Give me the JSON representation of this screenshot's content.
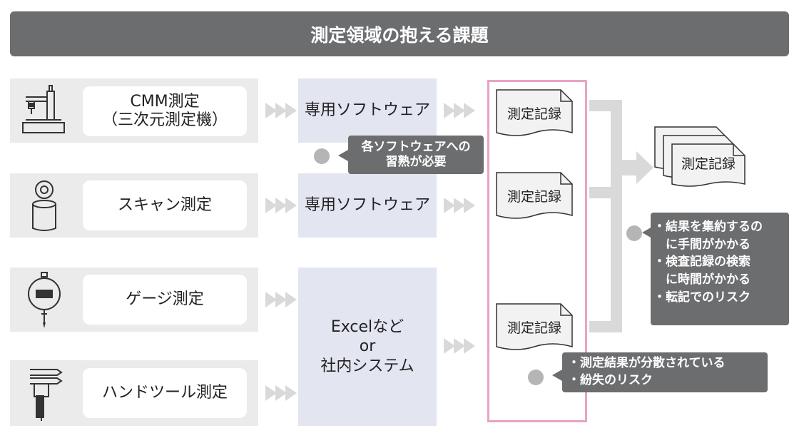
{
  "title": "測定領域の抱える課題",
  "methods": [
    {
      "line1": "CMM測定",
      "line2": "（三次元測定機）",
      "icon": "cmm-icon"
    },
    {
      "line1": "スキャン測定",
      "line2": "",
      "icon": "scanner-icon"
    },
    {
      "line1": "ゲージ測定",
      "line2": "",
      "icon": "dial-gauge-icon"
    },
    {
      "line1": "ハンドツール測定",
      "line2": "",
      "icon": "caliper-icon"
    }
  ],
  "software": {
    "dedicated_1": "専用ソフトウェア",
    "dedicated_2": "専用ソフトウェア",
    "excel_line1": "Excelなど",
    "excel_line2": "or",
    "excel_line3": "社内システム"
  },
  "record_label": "測定記録",
  "notes": {
    "software_skill_line1": "各ソフトウェアへの",
    "software_skill_line2": "習熟が必要",
    "scattered_1": "・測定結果が分散されている",
    "scattered_2": "・紛失のリスク",
    "aggregate": [
      "・結果を集約するの",
      "　に手間がかかる",
      "・検査記録の検索",
      "　に時間がかかる",
      "・転記でのリスク"
    ]
  },
  "colors": {
    "banner": "#6c6d6f",
    "row_bg": "#ebebeb",
    "software_bg": "#e3e6f1",
    "highlight_border": "#e8a4c4",
    "note_bg": "#6c6d6f",
    "arrow": "#d9d9d9"
  }
}
